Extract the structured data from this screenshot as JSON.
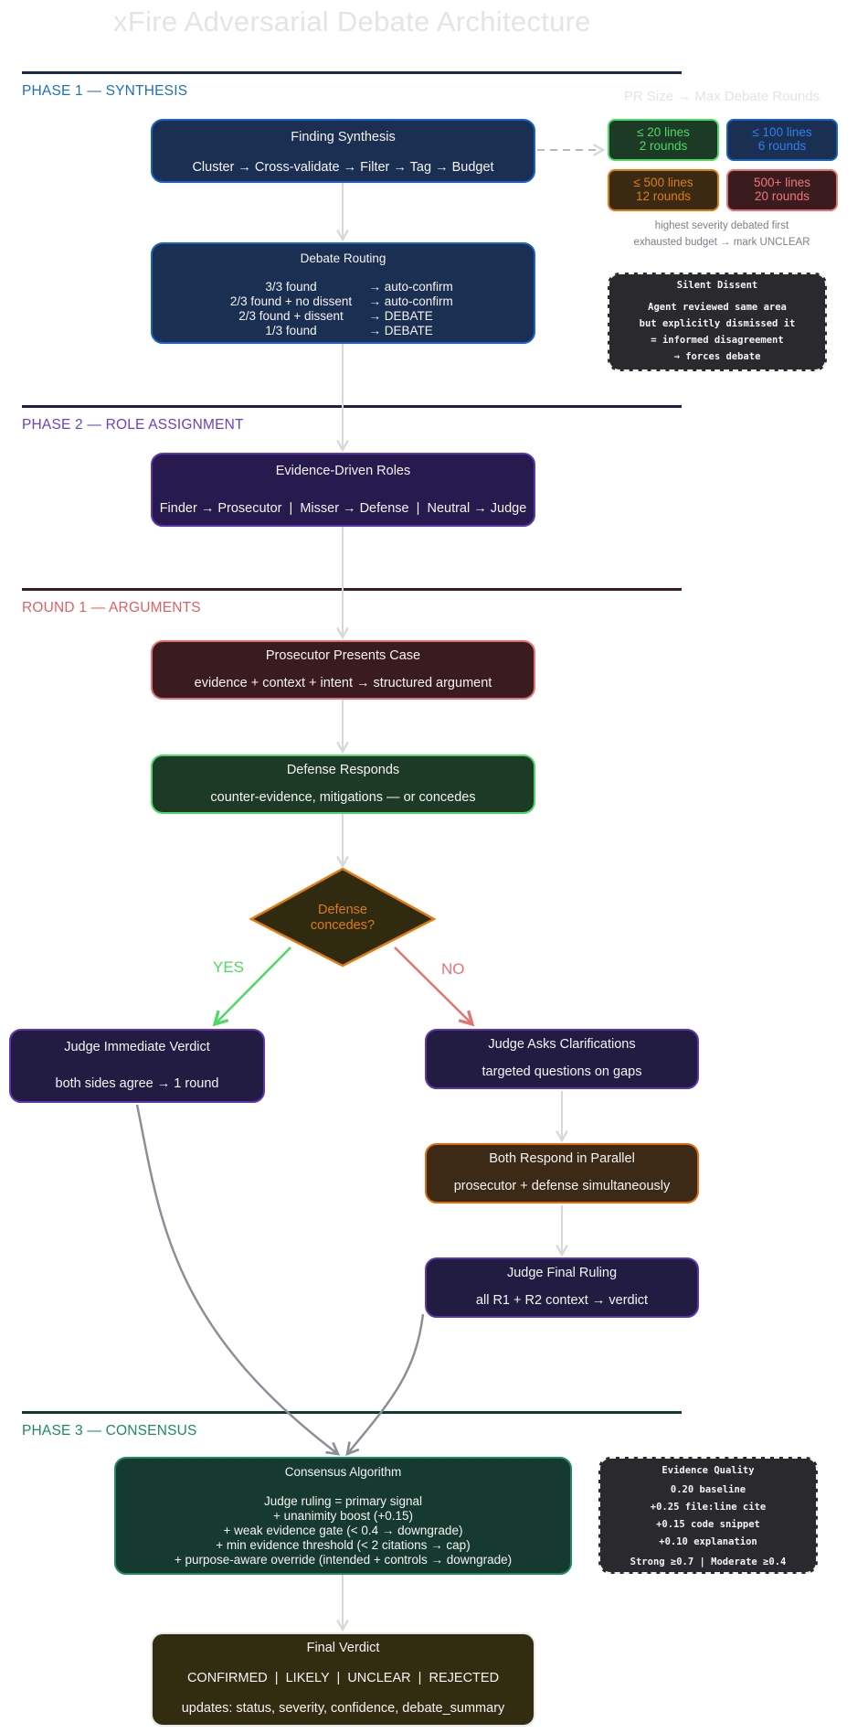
{
  "title": "xFire Adversarial Debate Architecture",
  "phases": {
    "p1": "PHASE 1 — SYNTHESIS",
    "p2": "PHASE 2 — ROLE ASSIGNMENT",
    "r1": "ROUND 1 — ARGUMENTS",
    "p3": "PHASE 3 — CONSENSUS"
  },
  "synthesis": {
    "title": "Finding Synthesis",
    "pipeline": "Cluster → Cross-validate → Filter → Tag → Budget"
  },
  "routing": {
    "title": "Debate Routing",
    "rules": [
      {
        "cond": "3/3 found",
        "action": "→  auto-confirm"
      },
      {
        "cond": "2/3 found + no dissent",
        "action": "→  auto-confirm"
      },
      {
        "cond": "2/3 found + dissent",
        "action": "→  DEBATE"
      },
      {
        "cond": "1/3 found",
        "action": "→  DEBATE"
      }
    ]
  },
  "pr_size": {
    "title": "PR Size → Max Debate Rounds",
    "tiers": [
      {
        "size": "≤ 20 lines",
        "rounds": "2 rounds"
      },
      {
        "size": "≤ 100 lines",
        "rounds": "6 rounds"
      },
      {
        "size": "≤ 500 lines",
        "rounds": "12 rounds"
      },
      {
        "size": "500+ lines",
        "rounds": "20 rounds"
      }
    ],
    "caption_1": "highest severity debated first",
    "caption_2": "exhausted budget → mark UNCLEAR"
  },
  "silent_dissent": {
    "title": "Silent Dissent",
    "line_1": "Agent reviewed same area",
    "line_2": "but explicitly dismissed it",
    "line_3": "= informed disagreement",
    "line_4": "→ forces debate"
  },
  "roles": {
    "title": "Evidence-Driven Roles",
    "mapping": "Finder → Prosecutor  |  Misser → Defense  |  Neutral → Judge"
  },
  "prosecutor": {
    "title": "Prosecutor Presents Case",
    "desc": "evidence + context + intent → structured argument"
  },
  "defense": {
    "title": "Defense Responds",
    "desc": "counter-evidence, mitigations — or concedes"
  },
  "decision": {
    "line_1": "Defense",
    "line_2": "concedes?",
    "yes": "YES",
    "no": "NO"
  },
  "immediate": {
    "title": "Judge Immediate Verdict",
    "desc": "both sides agree → 1 round"
  },
  "clarify": {
    "title": "Judge Asks Clarifications",
    "desc": "targeted questions on gaps"
  },
  "parallel": {
    "title": "Both Respond in Parallel",
    "desc": "prosecutor + defense simultaneously"
  },
  "final_ruling": {
    "title": "Judge Final Ruling",
    "desc": "all R1 + R2 context → verdict"
  },
  "consensus": {
    "title": "Consensus Algorithm",
    "lines": [
      "Judge ruling = primary signal",
      "+ unanimity boost (+0.15)",
      "+ weak evidence gate (< 0.4 → downgrade)",
      "+ min evidence threshold (< 2 citations → cap)",
      "+ purpose-aware override (intended + controls → downgrade)"
    ]
  },
  "evidence_quality": {
    "title": "Evidence Quality",
    "lines": [
      "0.20 baseline",
      "+0.25 file:line cite",
      "+0.15 code snippet",
      "+0.10 explanation",
      "Strong ≥0.7 | Moderate ≥0.4"
    ]
  },
  "final_verdict": {
    "title": "Final Verdict",
    "options": "CONFIRMED  |  LIKELY  |  UNCLEAR  |  REJECTED",
    "updates": "updates: status, severity, confidence, debate_summary"
  },
  "colors": {
    "blue": "#1565c0",
    "purple": "#5e35b1",
    "red": "#e57373",
    "green": "#4cd964",
    "orange": "#e07b10",
    "teal": "#1e8a5e",
    "connector": "#d8d8d8",
    "merge": "#8a9097"
  }
}
